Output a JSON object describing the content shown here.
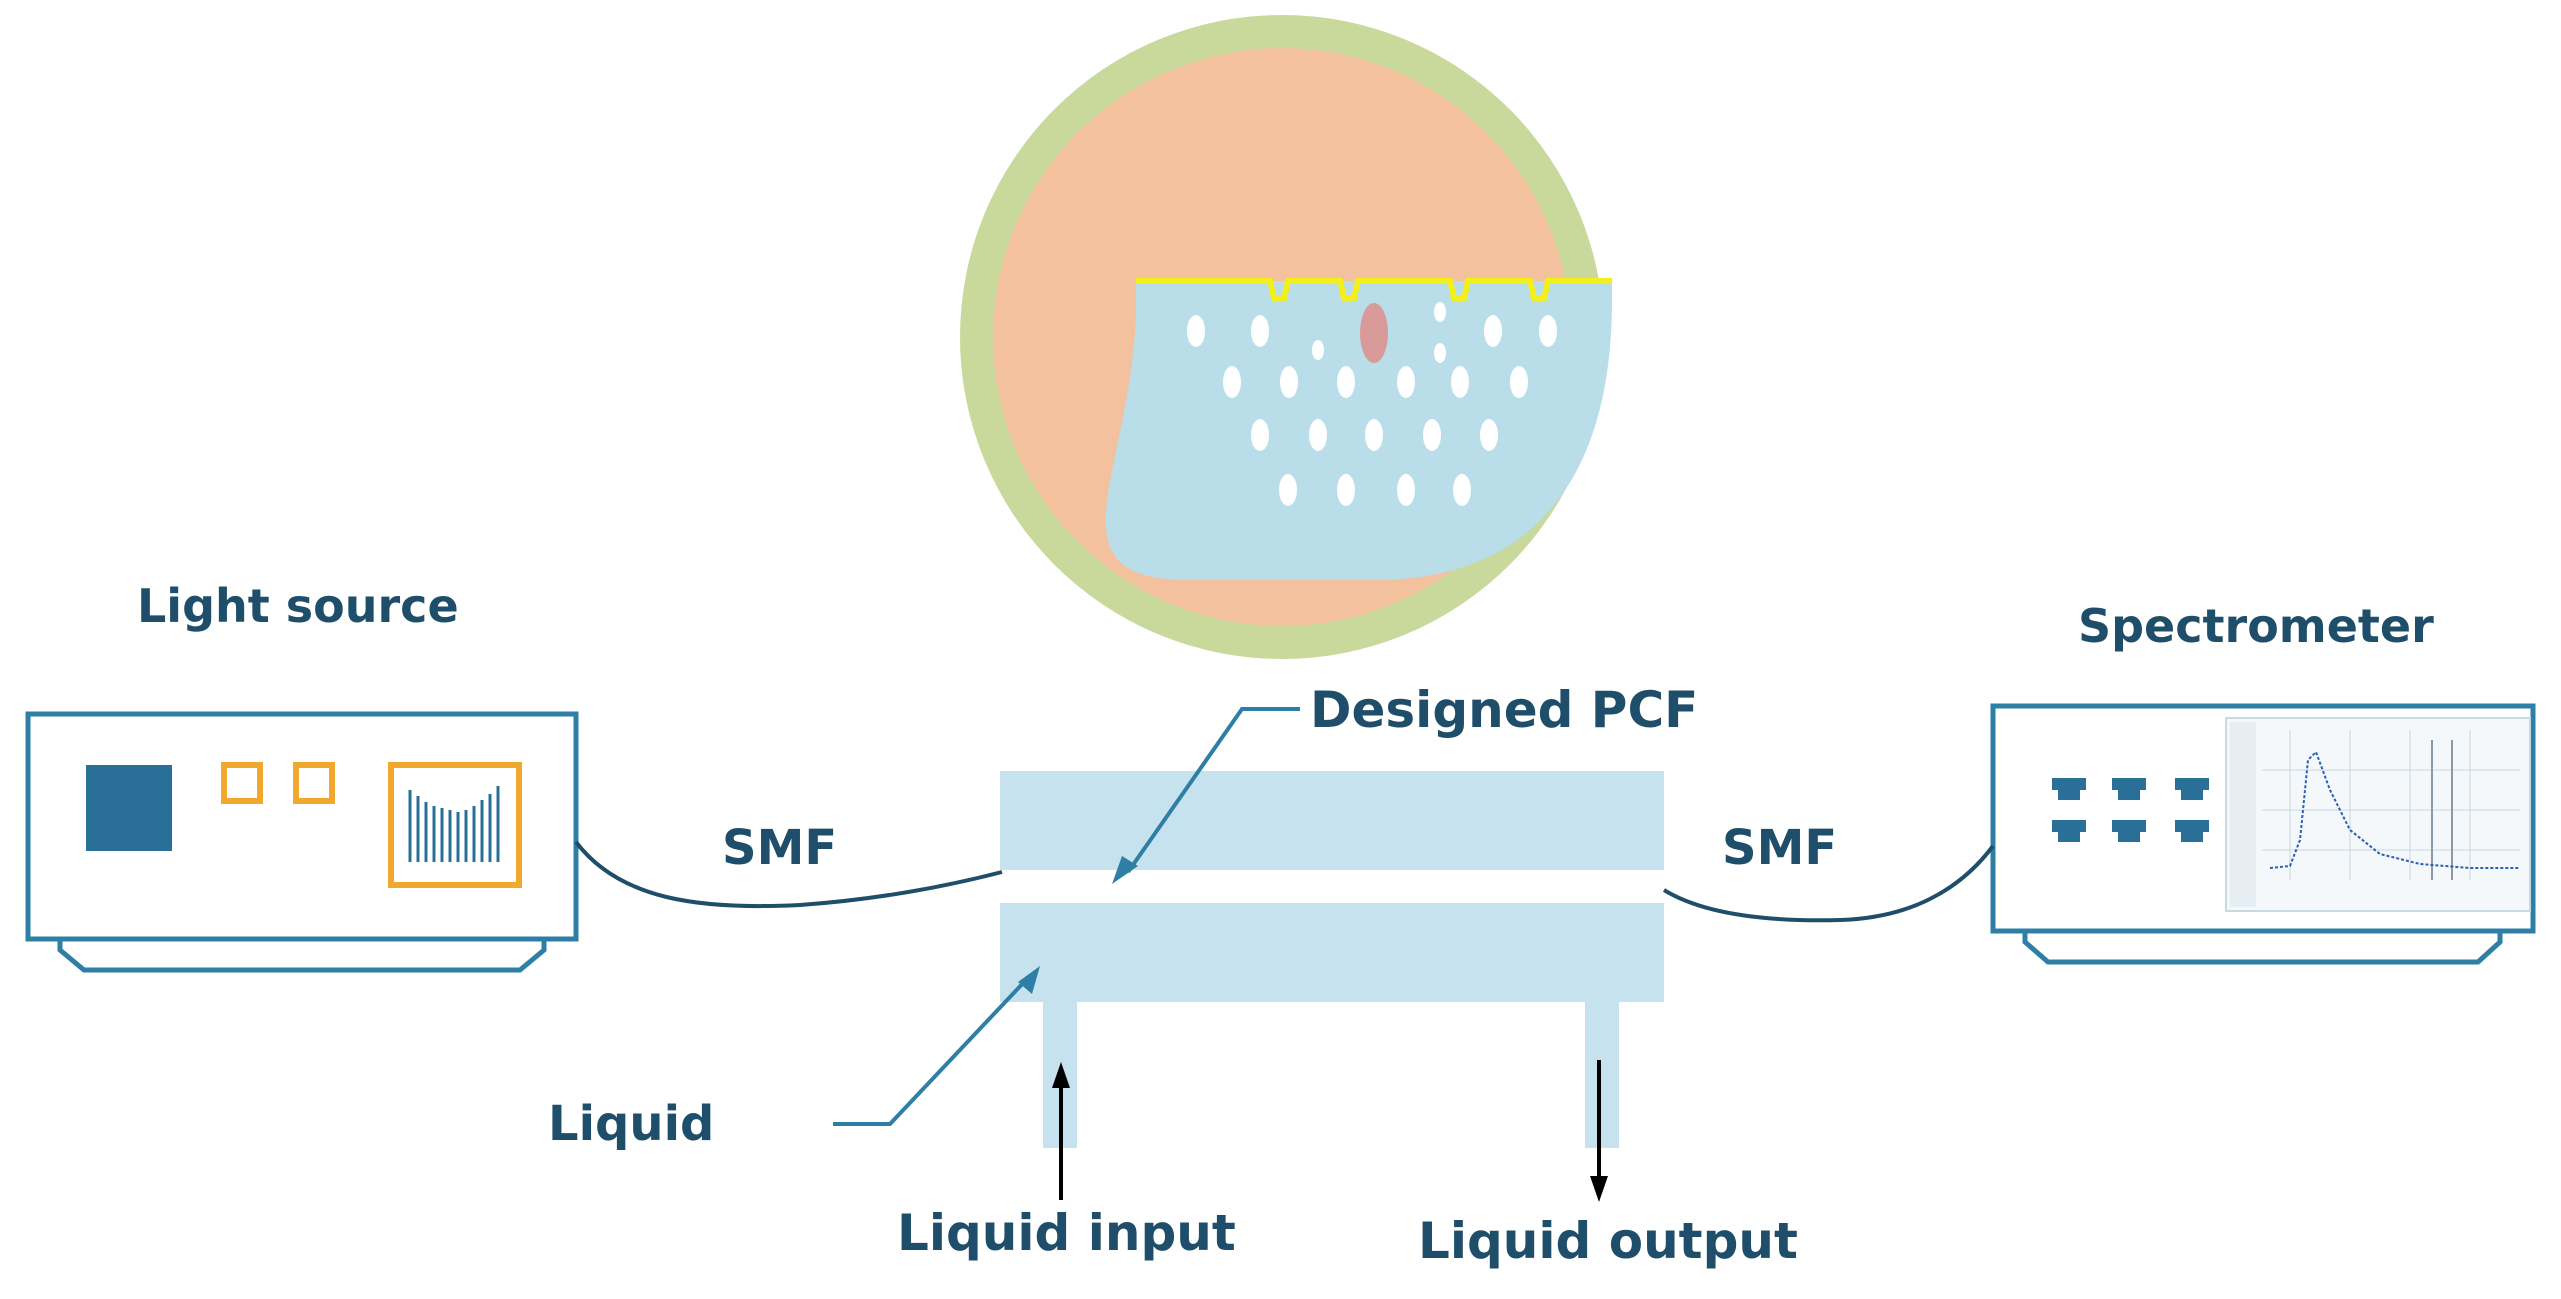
{
  "labels": {
    "light_source": "Light source",
    "spectrometer": "Spectrometer",
    "designed_pcf": "Designed PCF",
    "smf_left": "SMF",
    "smf_right": "SMF",
    "liquid": "Liquid",
    "liquid_input": "Liquid input",
    "liquid_output": "Liquid output"
  },
  "colors": {
    "device_outline": "#2e7fa6",
    "device_dark": "#2a6f97",
    "accent_orange": "#f0a92e",
    "outer_ring": "#c8d99b",
    "cladding": "#f3c19e",
    "core_region": "#b9dde9",
    "gold_film": "#f3ef1d",
    "analyte_hole": "#d99a9a",
    "channel": "#c6e2ee",
    "text": "#1f4e6b"
  },
  "icons": {
    "light_source_icon": "light-source-device",
    "spectrometer_icon": "spectrometer-device",
    "pcf_cross_section": "fiber-cross-section"
  }
}
